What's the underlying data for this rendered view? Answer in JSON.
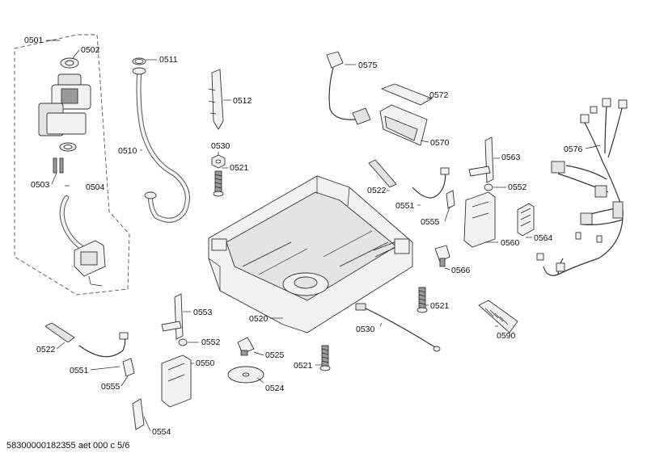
{
  "labels": {
    "l0501": "0501",
    "l0502": "0502",
    "l0503": "0503",
    "l0504": "0504",
    "l0510": "0510",
    "l0511": "0511",
    "l0512": "0512",
    "l0530_top": "0530",
    "l0521_top": "0521",
    "l0575": "0575",
    "l0572": "0572",
    "l0570": "0570",
    "l0563": "0563",
    "l0576": "0576",
    "l0552_right": "0552",
    "l0522_right": "0522",
    "l0551_right": "0551",
    "l0555_right": "0555",
    "l0560": "0560",
    "l0564": "0564",
    "l0566": "0566",
    "l0521_right": "0521",
    "l0520": "0520",
    "l0553": "0553",
    "l0552_left": "0552",
    "l0530_bottom": "0530",
    "l0590": "0590",
    "l0522_left": "0522",
    "l0525": "0525",
    "l0550": "0550",
    "l0521_bottom": "0521",
    "l0551_left": "0551",
    "l0555_left": "0555",
    "l0524": "0524",
    "l0554": "0554"
  },
  "footer": "58300000182355 aet 000 c 5/6"
}
